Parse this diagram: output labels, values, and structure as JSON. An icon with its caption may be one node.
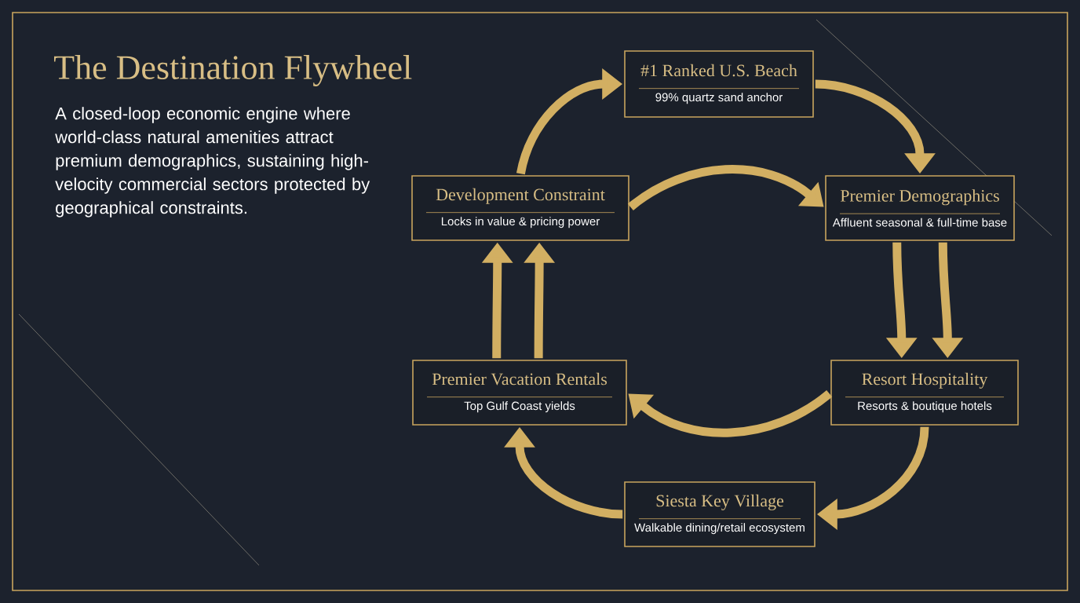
{
  "diagram": {
    "title": "The Destination Flywheel",
    "nodes": [
      {
        "text": [
          "#1 Ranked U.S. Beach",
          "99% quartz sand anchor"
        ]
      },
      {
        "text": [
          "Premier Demographics",
          "Affluent seasonal & full-time base"
        ]
      },
      {
        "text": [
          "Resort Hospitality",
          "Resorts & boutique hotels"
        ]
      },
      {
        "text": [
          "Siesta Key Village",
          "Walkable dining/retail ecosystem"
        ]
      },
      {
        "text": [
          "Premier Vacation Rentals",
          "Top Gulf Coast yields"
        ]
      },
      {
        "text": [
          "Development Constraint",
          "Locks in value & pricing power"
        ]
      }
    ],
    "edges": [
      {
        "from": 5,
        "to": 0,
        "arrow": "to"
      },
      {
        "from": 0,
        "to": 1,
        "arrow": "to"
      },
      {
        "from": 1,
        "to": 2,
        "arrow": "to"
      },
      {
        "from": 2,
        "to": 3,
        "arrow": "to"
      },
      {
        "from": 3,
        "to": 4,
        "arrow": "to"
      },
      {
        "from": 4,
        "to": 5,
        "arrow": "to"
      },
      {
        "from": 5,
        "to": 1,
        "arrow": "to"
      },
      {
        "from": 1,
        "to": 2,
        "arrow": "to"
      },
      {
        "from": 2,
        "to": 4,
        "arrow": "to"
      },
      {
        "from": 4,
        "to": 5,
        "arrow": "to"
      }
    ],
    "labels": [
      "A closed-loop economic engine where world-class natural amenities attract premium demographics, sustaining high-velocity commercial sectors protected by geographical constraints."
    ]
  }
}
